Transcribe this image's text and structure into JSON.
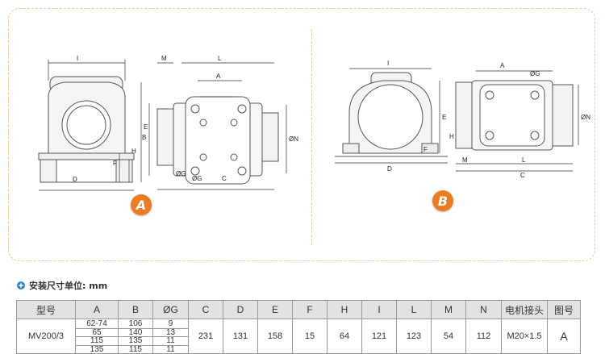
{
  "drawings": {
    "a": {
      "badge": "A",
      "labels": {
        "i": "I",
        "d": "D",
        "e": "E",
        "f": "F",
        "h": "H",
        "m": "M",
        "l": "L",
        "a": "A",
        "b": "B",
        "n": "ØN",
        "g1": "ØG",
        "g2": "ØG",
        "c": "C"
      }
    },
    "b": {
      "badge": "B",
      "labels": {
        "i": "I",
        "a": "A",
        "g": "ØG",
        "e": "E",
        "h": "H",
        "f": "F",
        "d": "D",
        "m": "M",
        "l": "L",
        "c": "C",
        "n": "ØN"
      }
    }
  },
  "section": {
    "title": "安装尺寸单位: mm",
    "icon": "gear-icon"
  },
  "table": {
    "headers": [
      "型号",
      "A",
      "B",
      "ØG",
      "C",
      "D",
      "E",
      "F",
      "H",
      "I",
      "L",
      "M",
      "N",
      "电机接头",
      "图号"
    ],
    "row": {
      "model": "MV200/3",
      "A": [
        "62-74",
        "65",
        "115",
        "135"
      ],
      "B": [
        "106",
        "140",
        "135",
        "115"
      ],
      "G": [
        "9",
        "13",
        "11",
        "11"
      ],
      "C": "231",
      "D": "131",
      "E": "158",
      "F": "15",
      "H": "64",
      "I": "121",
      "L": "123",
      "M": "54",
      "N": "112",
      "connector": "M20×1.5",
      "figure": "A"
    }
  },
  "colors": {
    "accent": "#ee7a22",
    "border": "#f0c890",
    "header_bg": "#e2e2e2"
  }
}
